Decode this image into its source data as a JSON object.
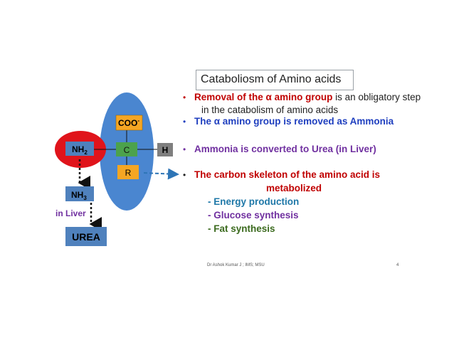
{
  "title": "Cataboliosm of Amino acids",
  "bullets": {
    "b1_red": "Removal of the α amino group",
    "b1_rest": " is an obligatory step",
    "b1_line2": "in the catabolism of amino acids",
    "b2": "The α amino group  is removed as Ammonia",
    "b3": "Ammonia is converted to Urea (in Liver)",
    "b4_line1": "The carbon skeleton of the amino acid is",
    "b4_line2": "metabolized",
    "sub1": "- Energy production",
    "sub2": "- Glucose synthesis",
    "sub3": "- Fat synthesis"
  },
  "diagram": {
    "coo": "COO",
    "coo_sup": "-",
    "c": "C",
    "h": "H",
    "r": "R",
    "nh2": "NH",
    "nh2_sub": "2",
    "nh3": "NH",
    "nh3_sub": "3",
    "in_liver": "in Liver",
    "urea": "UREA"
  },
  "footer": {
    "author": "Dr Ashok Kumar J ; IMS; MSU",
    "page": "4"
  },
  "colors": {
    "ellipse_blue": "#4a86d0",
    "nh2_red": "#e0141b",
    "box_blue": "#4f81bd",
    "box_orange": "#f5a623",
    "box_green": "#4ca24c",
    "box_gray": "#7f7f7f",
    "arrow_blue": "#2e75b6"
  }
}
